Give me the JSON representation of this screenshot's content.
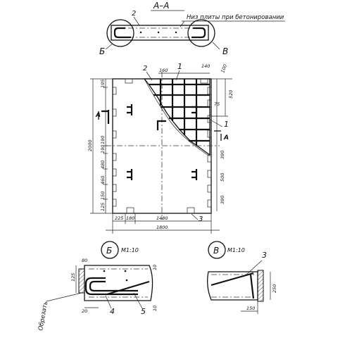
{
  "section": {
    "title": "А–А",
    "note": "Низ плиты при бетонировании",
    "marker_2": "2",
    "callout_left": "Б",
    "callout_right": "В"
  },
  "plan": {
    "marker_1": "1",
    "marker_2": "2",
    "marker_3": "3",
    "section_mark": "А",
    "dims_top": [
      "160",
      "140",
      "100"
    ],
    "dims_left": [
      "195",
      "2000",
      "190",
      "190",
      "480",
      "460",
      "125",
      "150"
    ],
    "dims_right": [
      "520",
      "75",
      "390",
      "500",
      "390"
    ],
    "dims_bottom": [
      "225",
      "180",
      "1480",
      "1800"
    ]
  },
  "detail_b": {
    "title": "Б",
    "scale": "М1:10",
    "cut_label": "Обрезать",
    "marker_4": "4",
    "marker_5": "5",
    "dims": [
      "80",
      "125",
      "20",
      "10",
      "10"
    ]
  },
  "detail_v": {
    "title": "В",
    "scale": "М1:10",
    "marker_3": "3",
    "dims": [
      "250",
      "150"
    ]
  }
}
